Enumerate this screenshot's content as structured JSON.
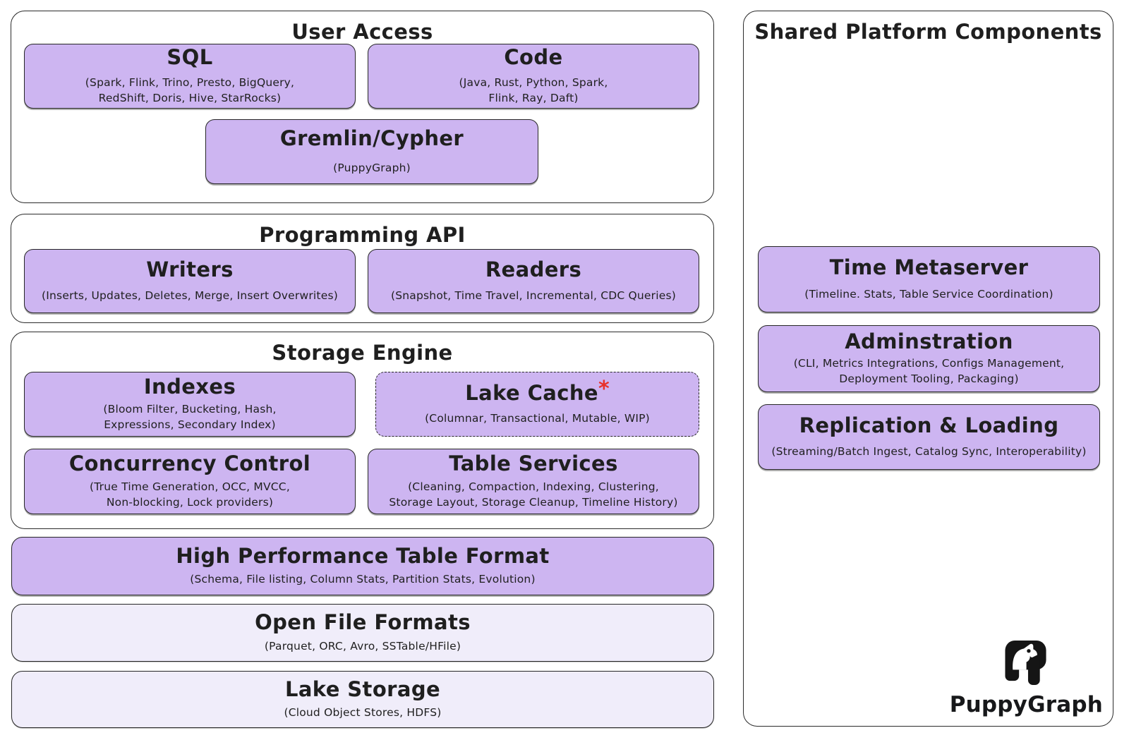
{
  "colors": {
    "purple": "#cdb5f1",
    "lavender": "#f0edfa",
    "ink": "#1f1f1f",
    "red": "#e8312a",
    "panel_border": "#2b2b2b"
  },
  "user_access": {
    "title": "User Access",
    "sql_title": "SQL",
    "sql_sub": "(Spark, Flink, Trino, Presto, BigQuery,\nRedShift, Doris, Hive, StarRocks)",
    "code_title": "Code",
    "code_sub": "(Java, Rust, Python, Spark,\nFlink, Ray, Daft)",
    "gremlin_title": "Gremlin/Cypher",
    "gremlin_sub": "(PuppyGraph)"
  },
  "programming_api": {
    "title": "Programming API",
    "writers_title": "Writers",
    "writers_sub": "(Inserts, Updates, Deletes, Merge, Insert Overwrites)",
    "readers_title": "Readers",
    "readers_sub": "(Snapshot, Time Travel, Incremental, CDC Queries)"
  },
  "storage_engine": {
    "title": "Storage Engine",
    "indexes_title": "Indexes",
    "indexes_sub": "(Bloom Filter, Bucketing, Hash,\nExpressions, Secondary Index)",
    "lake_cache_title": "Lake Cache",
    "lake_cache_asterisk": "*",
    "lake_cache_sub": "(Columnar, Transactional, Mutable, WIP)",
    "concurrency_title": "Concurrency Control",
    "concurrency_sub": "(True Time Generation, OCC, MVCC,\nNon-blocking, Lock providers)",
    "table_services_title": "Table Services",
    "table_services_sub": "(Cleaning, Compaction, Indexing, Clustering,\nStorage Layout, Storage Cleanup, Timeline History)"
  },
  "table_format": {
    "title": "High Performance Table Format",
    "sub": "(Schema, File listing, Column Stats, Partition Stats, Evolution)"
  },
  "file_formats": {
    "title": "Open File Formats",
    "sub": "(Parquet, ORC, Avro, SSTable/HFile)"
  },
  "lake_storage": {
    "title": "Lake Storage",
    "sub": "(Cloud Object Stores, HDFS)"
  },
  "shared": {
    "title": "Shared Platform Components",
    "time_metaserver_title": "Time Metaserver",
    "time_metaserver_sub": "(Timeline. Stats, Table Service Coordination)",
    "adminstration_title": "Adminstration",
    "adminstration_sub": "(CLI, Metrics Integrations, Configs Management,\nDeployment Tooling, Packaging)",
    "replication_title": "Replication & Loading",
    "replication_sub": "(Streaming/Batch Ingest, Catalog Sync, Interoperability)"
  },
  "brand": {
    "name": "PuppyGraph",
    "icon": "puppygraph-dog-icon"
  }
}
